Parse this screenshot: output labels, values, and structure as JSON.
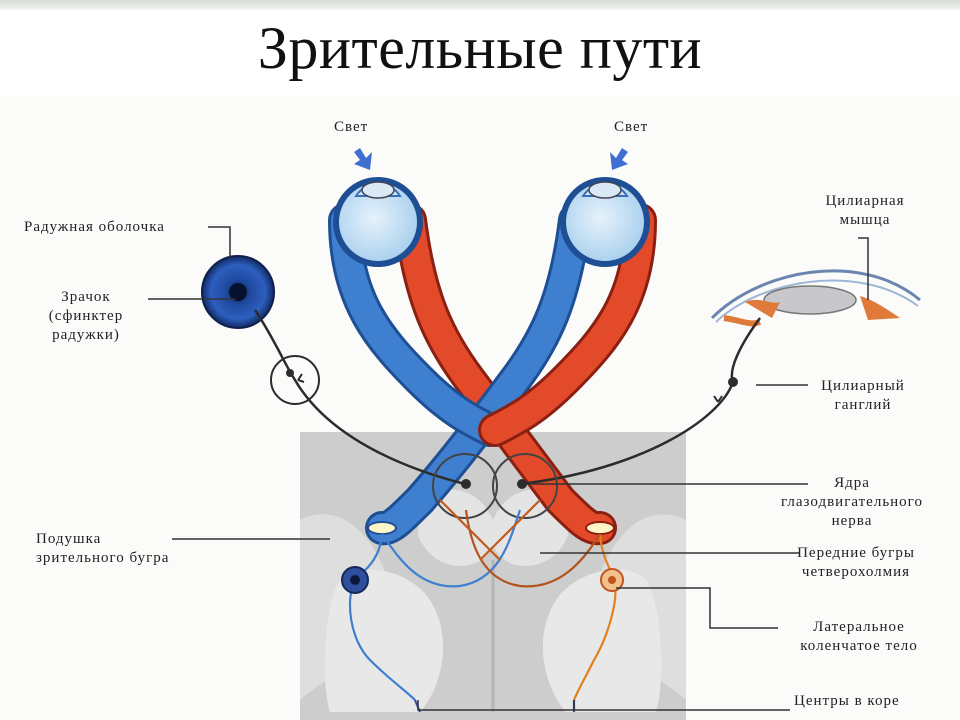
{
  "title": "Зрительные пути",
  "labels": {
    "light_left": "Свет",
    "light_right": "Свет",
    "iris": "Радужная оболочка",
    "pupil": [
      "Зрачок",
      "(сфинктер",
      "радужки)"
    ],
    "ciliary_muscle": [
      "Цилиарная",
      "мышца"
    ],
    "ciliary_ganglion": [
      "Цилиарный",
      "ганглий"
    ],
    "oculomotor_nuclei": [
      "Ядра",
      "глазодвигательного",
      "нерва"
    ],
    "pulvinar": [
      "Подушка",
      "зрительного бугра"
    ],
    "superior_colliculi": [
      "Передние бугры",
      "четверохолмия"
    ],
    "lgn": [
      "Латеральное",
      "коленчатое тело"
    ],
    "cortex": "Центры в коре"
  },
  "colors": {
    "left_path": "#3f7fd0",
    "right_path": "#e24a2a",
    "nerve": "#2c2c2c",
    "brain": "#cfcfcf"
  }
}
